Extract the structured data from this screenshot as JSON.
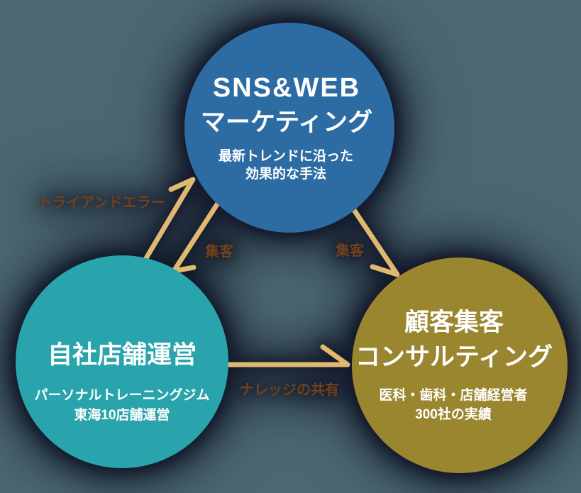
{
  "colors": {
    "background": "#4B676F",
    "halo": "#141A2B",
    "sns_circle": "#2C6CA3",
    "store_circle": "#2AA4AC",
    "consult_circle": "#9B8630",
    "arrow": "#DFB96F",
    "label": "#72411E",
    "circle_text": "#FFFFFF"
  },
  "circles": {
    "sns": {
      "title_line1": "SNS&WEB",
      "title_line2": "マーケティング",
      "subtitle_line1": "最新トレンドに沿った",
      "subtitle_line2": "効果的な手法"
    },
    "store": {
      "title": "自社店舗運営",
      "subtitle_line1": "パーソナルトレーニングジム",
      "subtitle_line2": "東海10店舗運営"
    },
    "consult": {
      "title_line1": "顧客集客",
      "title_line2": "コンサルティング",
      "subtitle_line1": "医科・歯科・店舗経営者",
      "subtitle_line2": "300社の実績"
    }
  },
  "arrow_labels": {
    "trial_and_error": "トライアンドエラー",
    "attract_left": "集客",
    "attract_right": "集客",
    "knowledge_share": "ナレッジの共有"
  }
}
